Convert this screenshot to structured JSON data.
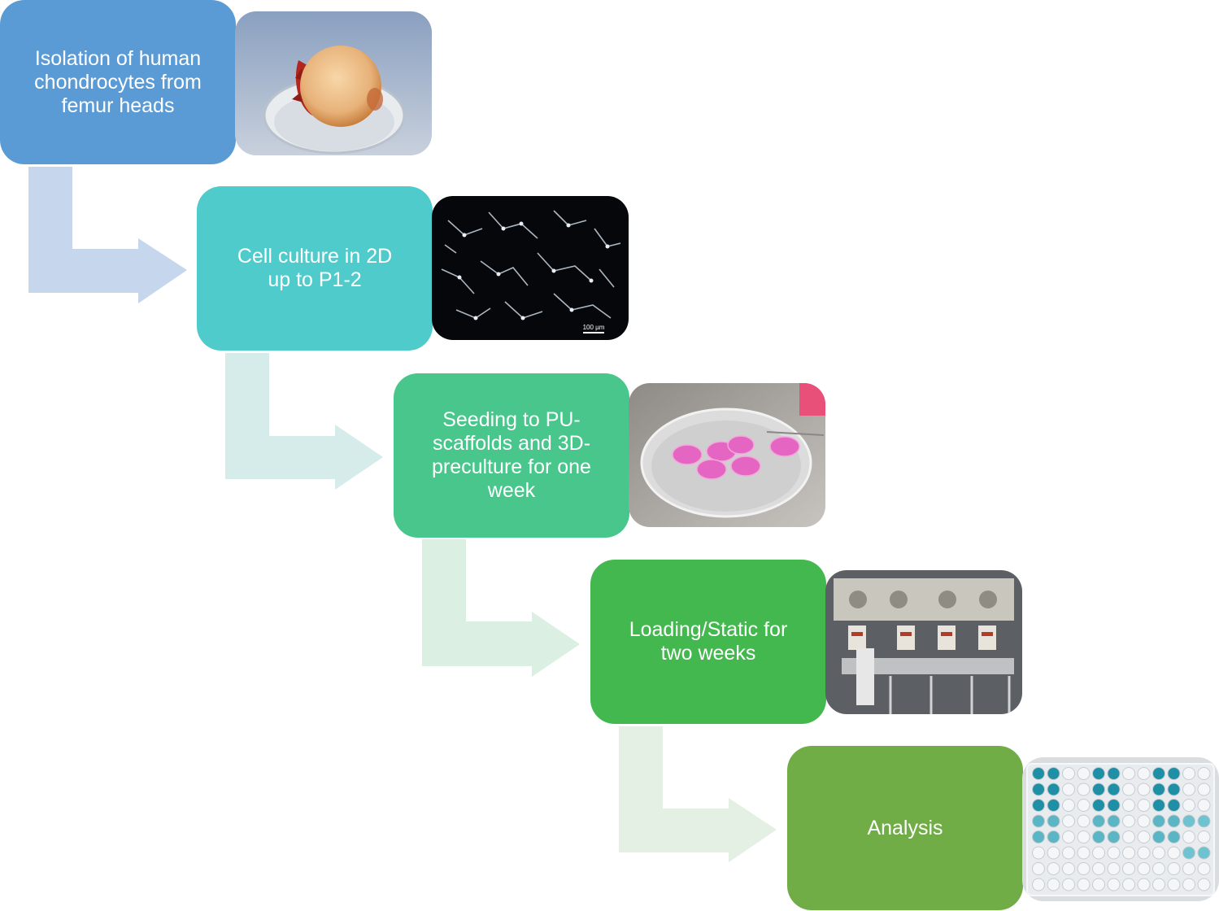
{
  "colors": {
    "step1": "#5b9bd5",
    "step2": "#4fcbcb",
    "step3": "#48c68c",
    "step4": "#43b84f",
    "step5": "#70ad47",
    "arrow1": "#c6d6ec",
    "arrow2": "#d6ecea",
    "arrow3": "#dcefe3",
    "arrow4": "#e3f0e3"
  },
  "steps": [
    {
      "label": "Isolation of human\nchondrocytes from\nfemur heads",
      "photo": "femur-head-in-dish"
    },
    {
      "label": "Cell culture in 2D\nup to P1-2",
      "photo": "chondrocyte-micrograph",
      "scale_bar": "100 µm"
    },
    {
      "label": "Seeding to PU-\nscaffolds and 3D-\npreculture for one\nweek",
      "photo": "pink-scaffolds-in-petri-dish"
    },
    {
      "label": "Loading/Static for\ntwo weeks",
      "photo": "loading-bioreactor"
    },
    {
      "label": "Analysis",
      "photo": "well-plate-assay"
    }
  ]
}
